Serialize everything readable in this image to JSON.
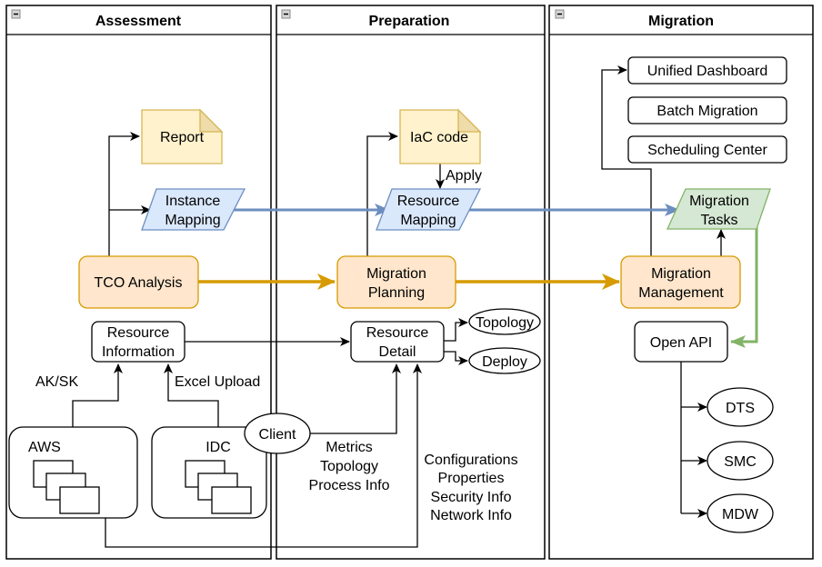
{
  "colors": {
    "orange_flow": "#d79b00",
    "orange_fill": "#ffe6cc",
    "blue_flow": "#6c8ebf",
    "blue_fill": "#dae8fc",
    "green_flow": "#82b366",
    "green_fill": "#d5e8d4",
    "note_fill": "#fff2cc",
    "note_stroke": "#d6b656"
  },
  "lanes": [
    {
      "title": "Assessment",
      "collapse_icon": "minus-square-icon"
    },
    {
      "title": "Preparation",
      "collapse_icon": "minus-square-icon"
    },
    {
      "title": "Migration",
      "collapse_icon": "minus-square-icon"
    }
  ],
  "assessment": {
    "report": "Report",
    "instance_mapping": [
      "Instance",
      "Mapping"
    ],
    "tco_analysis": "TCO Analysis",
    "resource_information": [
      "Resource",
      "Information"
    ],
    "aksk_label": "AK/SK",
    "excel_upload_label": "Excel Upload",
    "aws": "AWS",
    "idc": "IDC",
    "client": "Client"
  },
  "preparation": {
    "iac_code": "IaC code",
    "apply_label": "Apply",
    "resource_mapping": [
      "Resource",
      "Mapping"
    ],
    "migration_planning": [
      "Migration",
      "Planning"
    ],
    "resource_detail": [
      "Resource",
      "Detail"
    ],
    "topology": "Topology",
    "deploy": "Deploy",
    "client_info": [
      "Metrics",
      "Topology",
      "Process Info"
    ],
    "aws_info": [
      "Configurations",
      "Properties",
      "Security Info",
      "Network Info"
    ]
  },
  "migration": {
    "unified_dashboard": "Unified Dashboard",
    "batch_migration": "Batch Migration",
    "scheduling_center": "Scheduling Center",
    "migration_tasks": [
      "Migration",
      "Tasks"
    ],
    "migration_management": [
      "Migration",
      "Management"
    ],
    "open_api": "Open API",
    "services": [
      "DTS",
      "SMC",
      "MDW"
    ]
  }
}
